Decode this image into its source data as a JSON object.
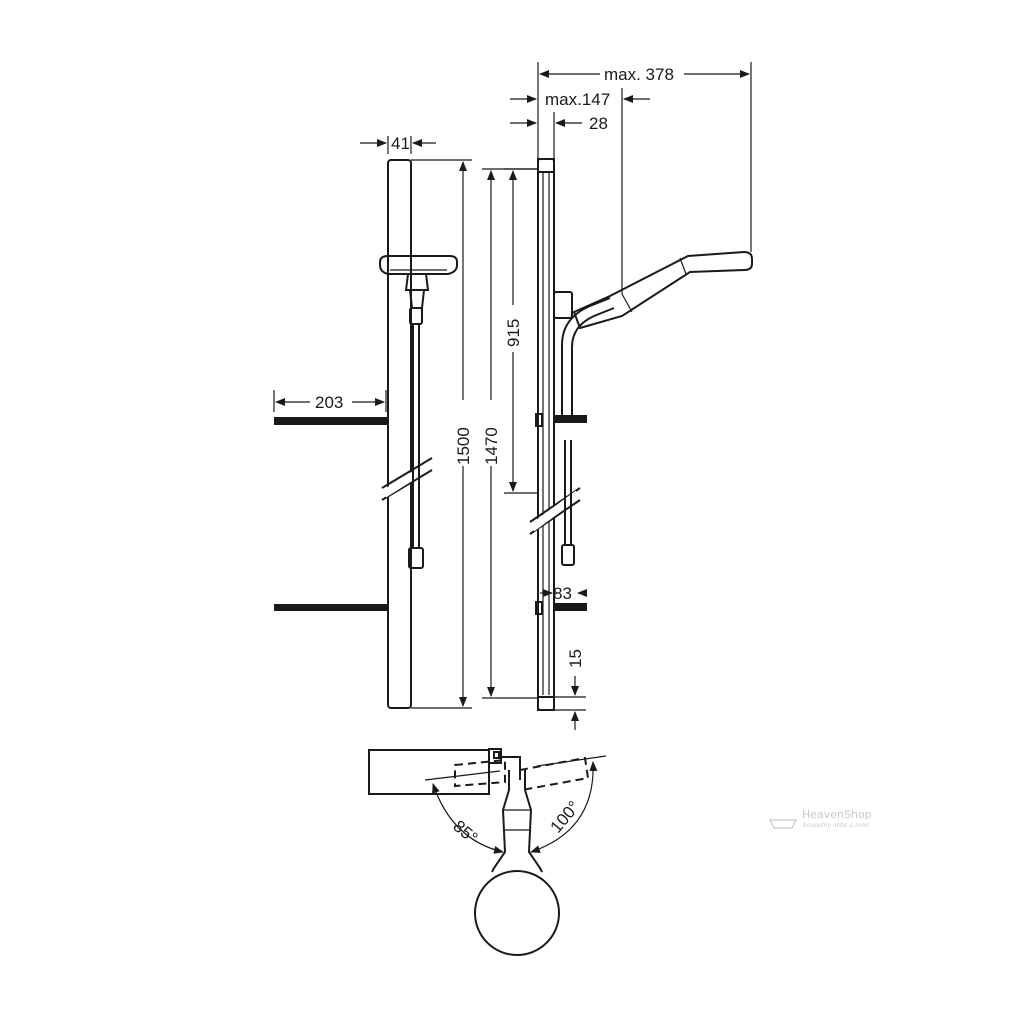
{
  "dimensions": {
    "rail_width": "41",
    "shelf_depth": "203",
    "total_height": "1500",
    "bracket_distance": "1470",
    "slide_range": "915",
    "max_reach": "max. 378",
    "max_projection": "max.147",
    "wall_offset": "28",
    "shelf_gap": "83",
    "bottom_offset": "15",
    "swivel_left": "85°",
    "swivel_right": "100°"
  },
  "watermark": {
    "brand": "HeavenShop",
    "tagline": "koupelny nebe a zemi"
  }
}
